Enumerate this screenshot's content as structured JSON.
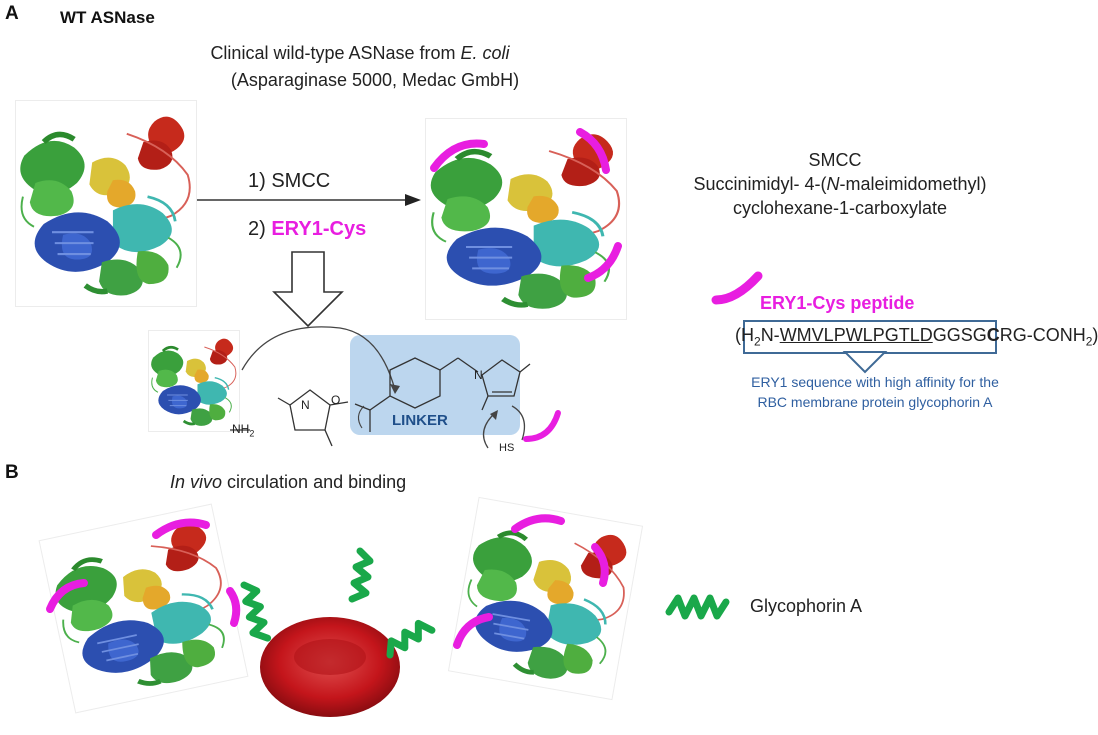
{
  "panel_a": {
    "letter": "A",
    "title": "WT ASNase",
    "source_line1_prefix": "Clinical wild-type ASNase from ",
    "source_line1_italic": "E. coli",
    "source_line2": "(Asparaginase 5000, Medac GmbH)",
    "step1": "1) SMCC",
    "step2_prefix": "2) ",
    "step2_reagent": "ERY1-Cys",
    "smcc": {
      "title": "SMCC",
      "line1_prefix": "Succinimidyl- 4-(",
      "line1_italic": "N",
      "line1_suffix": "-maleimidomethyl)",
      "line2": "cyclohexane-1-carboxylate"
    },
    "peptide_label": "ERY1-Cys peptide",
    "peptide": {
      "open": "(",
      "h2n_h": "H",
      "h2n_sub": "2",
      "h2n_n": "N-",
      "ery1": "WMVLPWLPGTLD",
      "mid": "GGSG",
      "cys": "C",
      "rest_prefix": "RG-CONH",
      "rest_sub": "2",
      "close": ")"
    },
    "note_line1": "ERY1 sequence with  high affinity for the",
    "note_line2": "RBC membrane protein glycophorin A",
    "chem": {
      "amine": "NH",
      "amine_sub": "2",
      "thiol": "HS",
      "nhs_n": "N",
      "nhs_o": "O",
      "mal_n": "N",
      "linker": "LINKER"
    }
  },
  "panel_b": {
    "letter": "B",
    "title_italic": "In vivo",
    "title_rest": " circulation and binding",
    "legend": "Glycophorin A"
  },
  "colors": {
    "magenta": "#e81ee0",
    "glycophorin_green": "#1aa84a",
    "rbc_red": "#c4151b",
    "linker_blue": "#bcd6ee",
    "note_blue": "#2f5fa0",
    "box_border": "#3f6a96"
  },
  "icons": {
    "protein": "ribbon-protein-structure",
    "rbc": "red-blood-cell",
    "glycophorin": "squiggle-helix",
    "arrow": "reaction-arrow",
    "down_arrow": "hollow-down-arrow"
  }
}
